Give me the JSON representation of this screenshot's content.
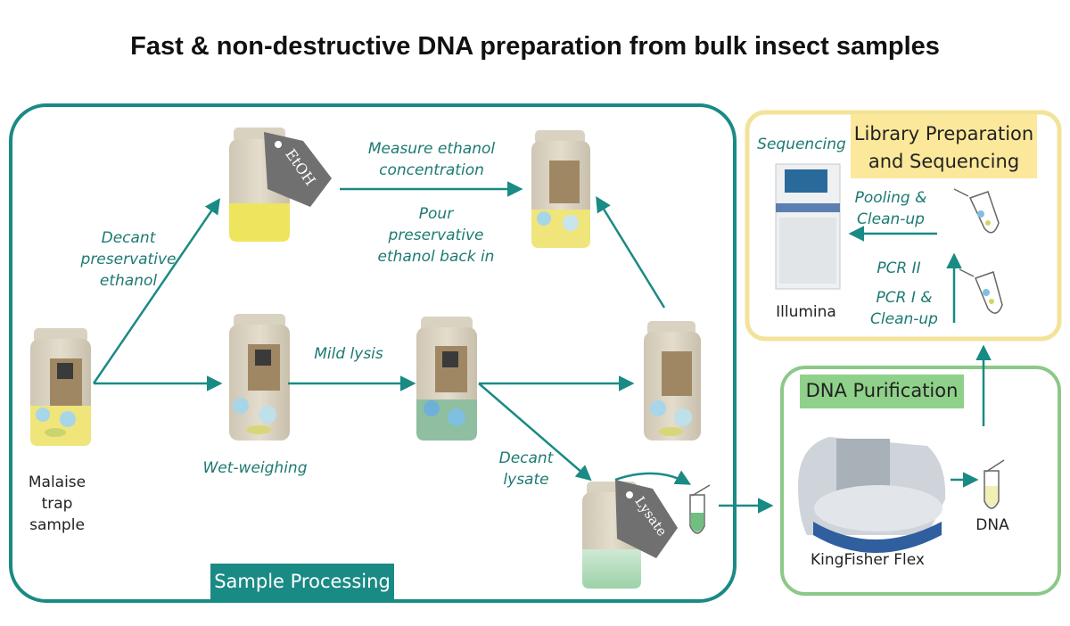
{
  "title": "Fast & non-destructive DNA preparation from bulk insect samples",
  "sections": {
    "sample_processing": "Sample Processing",
    "dna_purification": "DNA Purification",
    "library_preparation": "Library Preparation and Sequencing"
  },
  "tags": {
    "etoh": "EtOH",
    "lysate": "Lysate"
  },
  "steps": {
    "malaise": "Malaise trap sample",
    "decant_ethanol": "Decant preservative ethanol",
    "measure_ethanol": "Measure ethanol concentration",
    "pour_back": "Pour preservative ethanol back in",
    "wet_weighing": "Wet-weighing",
    "mild_lysis": "Mild lysis",
    "decant_lysate": "Decant lysate",
    "kingfisher": "KingFisher Flex",
    "dna": "DNA",
    "sequencing": "Sequencing",
    "illumina": "Illumina",
    "pooling": "Pooling & Clean-up",
    "pcr2": "PCR II",
    "pcr1": "PCR I & Clean-up"
  },
  "colors": {
    "teal": "#1a8a85",
    "teal_dark": "#127a72",
    "green_border": "#8cc888",
    "green_label": "#8fd18a",
    "yellow_border": "#f3e39a",
    "yellow_label": "#fbe89a",
    "liquid_yellow": "#eee46a",
    "liquid_green": "#a9d9b1"
  }
}
